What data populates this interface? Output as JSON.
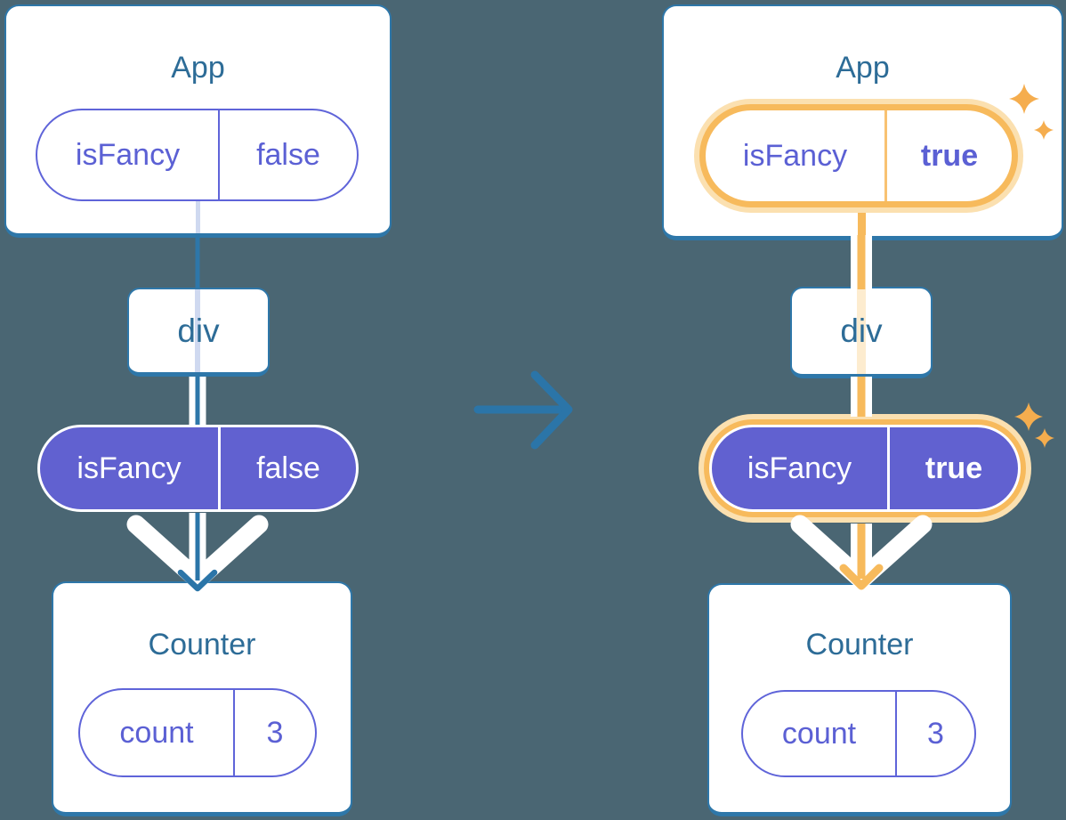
{
  "left": {
    "app": {
      "title": "App",
      "pill": {
        "key": "isFancy",
        "value": "false"
      }
    },
    "div": {
      "label": "div"
    },
    "prop": {
      "key": "isFancy",
      "value": "false"
    },
    "counter": {
      "title": "Counter",
      "pill": {
        "key": "count",
        "value": "3"
      }
    }
  },
  "right": {
    "app": {
      "title": "App",
      "pill": {
        "key": "isFancy",
        "value": "true"
      }
    },
    "div": {
      "label": "div"
    },
    "prop": {
      "key": "isFancy",
      "value": "true"
    },
    "counter": {
      "title": "Counter",
      "pill": {
        "key": "count",
        "value": "3"
      }
    }
  },
  "icons": {
    "transition_arrow": "right-arrow",
    "sparkle": "four-point-star"
  },
  "colors": {
    "background": "#4a6673",
    "card_fill": "#ffffff",
    "card_border": "#2e77a9",
    "title_text": "#2d6c97",
    "line_blue": "#2b75a8",
    "pill_purple_fill": "#6161d0",
    "pill_purple_text": "#5b60d4",
    "pill_outline_purple": "#5f64d9",
    "highlight_orange": "#f7ba5c",
    "highlight_glow": "#fbe0b0",
    "pale_blue_stripe": "#cfd9f0",
    "pale_orange_stripe": "#fdeccf",
    "sparkle_orange": "#f5ad4e"
  }
}
